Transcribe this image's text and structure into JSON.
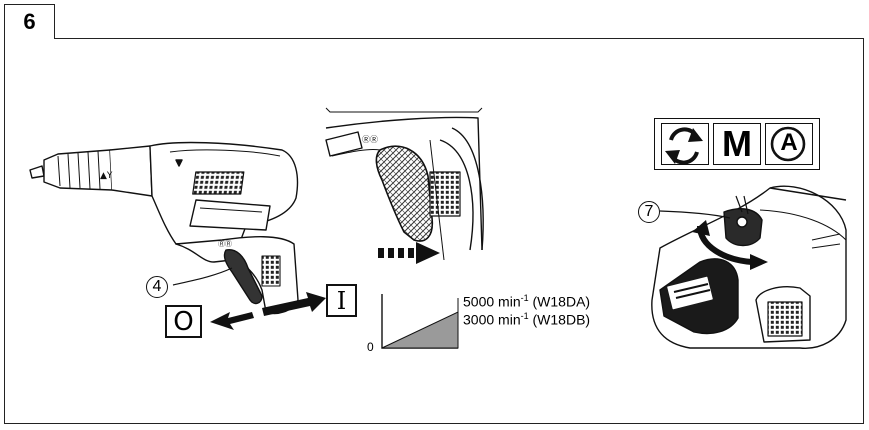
{
  "figure": {
    "number": "6"
  },
  "callouts": {
    "trigger": "4",
    "mode_dial": "7"
  },
  "switch_marks": {
    "off": "O",
    "on": "I"
  },
  "speed_graph": {
    "origin_label": "0",
    "speed_high": {
      "value": "5000",
      "unit": "min",
      "exponent": "-1",
      "model": "(W18DA)"
    },
    "speed_low": {
      "value": "3000",
      "unit": "min",
      "exponent": "-1",
      "model": "(W18DB)"
    }
  },
  "mode_panel": {
    "modes": [
      {
        "icon": "rotation-arrows-icon",
        "text": ""
      },
      {
        "icon": "letter-m",
        "text": "M"
      },
      {
        "icon": "circled-a-icon",
        "text": "A"
      }
    ]
  }
}
